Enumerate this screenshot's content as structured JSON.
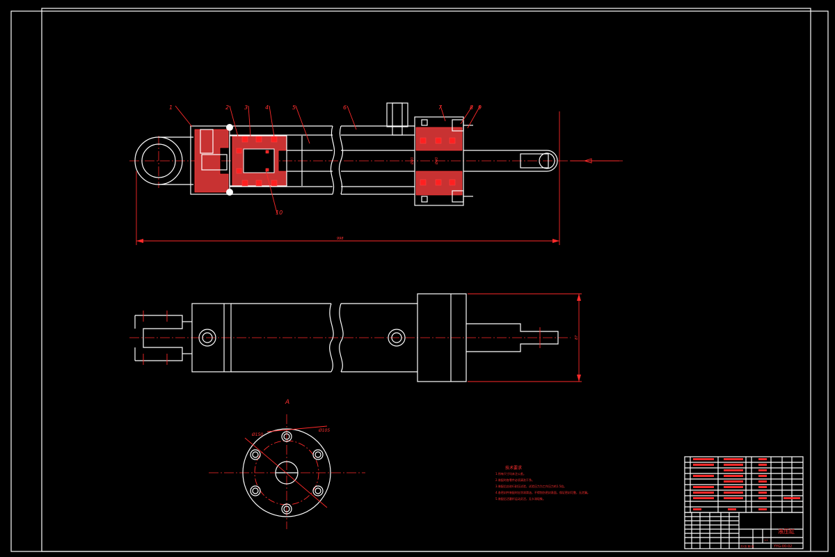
{
  "drawing": {
    "part_balloons": [
      "1",
      "2",
      "3",
      "4",
      "5",
      "6",
      "7",
      "8",
      "9",
      "10"
    ],
    "overall_length_dim": "998",
    "height_dim": "87",
    "view_label": "A",
    "bore_dims": [
      "Ø40",
      "Ø40"
    ],
    "flange_dims": [
      "Ø150",
      "Ø105"
    ]
  },
  "tech_notes": {
    "heading": "技术要求",
    "lines": [
      "1.所有尺寸均未注公差。",
      "2.装配时各零件必须清洗干净。",
      "3.装配后应进行耐压试验，试验压力为工作压力的1.5倍。",
      "4.各密封件装配时应涂润滑油，不得划伤密封表面，保证密封可靠，无泄漏。",
      "5.装配后活塞杆运动灵活，无卡滞现象。"
    ]
  },
  "title_block": {
    "title": "液压缸",
    "drawing_no": "YYG-00-02",
    "sheet": "共1张 第1张",
    "scale": "1:2"
  }
}
